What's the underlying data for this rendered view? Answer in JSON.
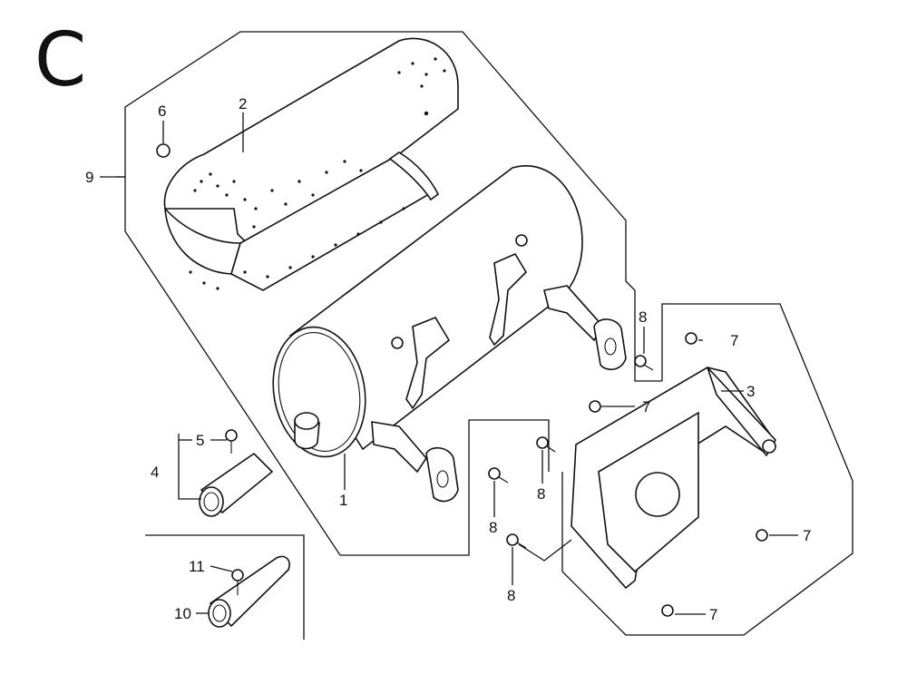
{
  "section_letter": "C",
  "callouts": [
    {
      "id": "p1",
      "text": "1"
    },
    {
      "id": "p2",
      "text": "2"
    },
    {
      "id": "p3",
      "text": "3"
    },
    {
      "id": "p4",
      "text": "4"
    },
    {
      "id": "p5",
      "text": "5"
    },
    {
      "id": "p6",
      "text": "6"
    },
    {
      "id": "p7a",
      "text": "7"
    },
    {
      "id": "p7b",
      "text": "7"
    },
    {
      "id": "p7c",
      "text": "7"
    },
    {
      "id": "p7d",
      "text": "7"
    },
    {
      "id": "p8a",
      "text": "8"
    },
    {
      "id": "p8b",
      "text": "8"
    },
    {
      "id": "p8c",
      "text": "8"
    },
    {
      "id": "p8d",
      "text": "8"
    },
    {
      "id": "p9",
      "text": "9"
    },
    {
      "id": "p10",
      "text": "10"
    },
    {
      "id": "p11",
      "text": "11"
    }
  ]
}
